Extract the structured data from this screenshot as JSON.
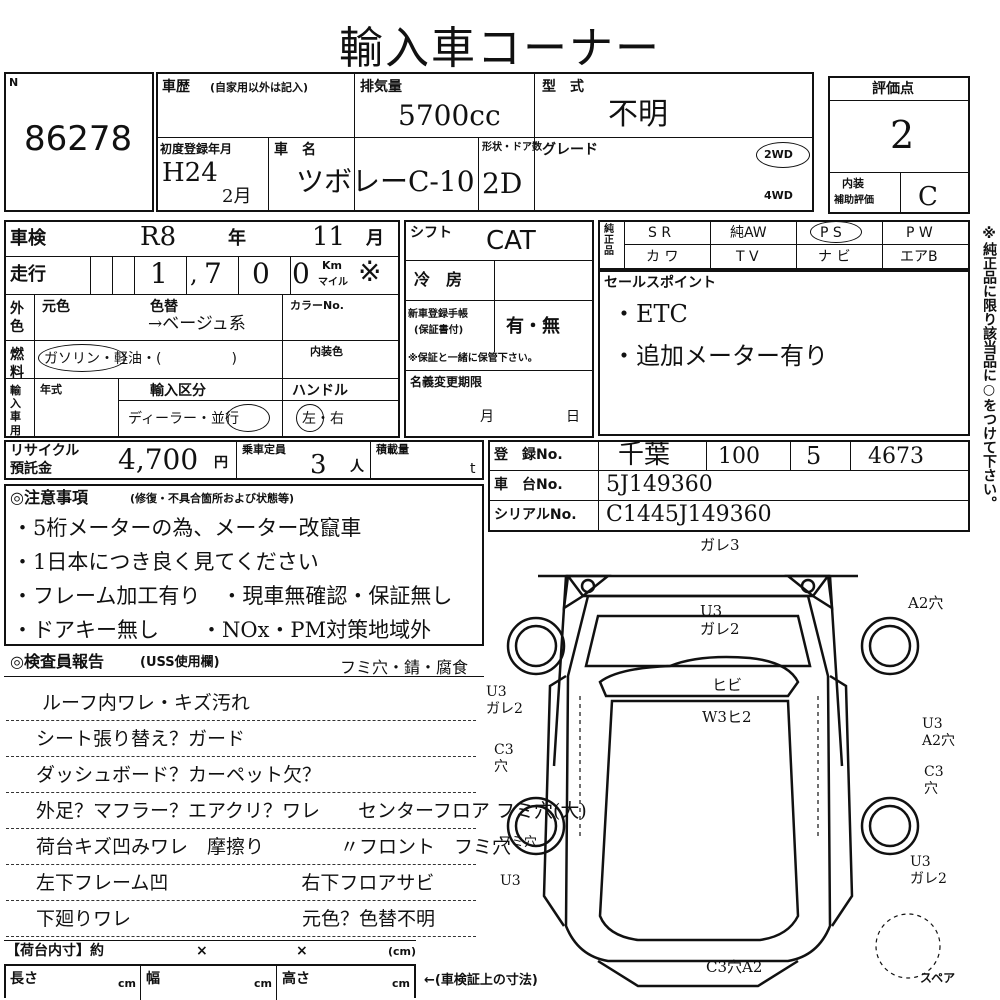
{
  "title": "輸入車コーナー",
  "lot": {
    "corner_mark": "N",
    "number": "86278"
  },
  "history": {
    "label": "車歴",
    "note": "(自家用以外は記入)"
  },
  "displacement": {
    "label": "排気量",
    "value": "5700cc"
  },
  "model_type": {
    "label": "型　式",
    "value": "不明"
  },
  "grade_score": {
    "label": "評価点",
    "value": "2"
  },
  "first_reg": {
    "label": "初度登録年月",
    "era_year": "H24",
    "month": "2月"
  },
  "car_name": {
    "label": "車　名",
    "value": "ツボレーC-10"
  },
  "body_doors": {
    "label": "形状・ドア数",
    "value": "2D"
  },
  "grade": {
    "label": "グレード"
  },
  "drive": {
    "two": "2WD",
    "four": "4WD"
  },
  "interior_score": {
    "label_top": "内装",
    "label_bottom": "補助評価",
    "value": "C"
  },
  "inspection": {
    "label": "車検",
    "era": "R8",
    "year_suffix": "年",
    "month": "11",
    "month_suffix": "月"
  },
  "mileage": {
    "label": "走行",
    "digits": [
      "1",
      ",",
      "7",
      "0",
      "0"
    ],
    "unit_top": "Km",
    "unit_bottom": "マイル",
    "mark": "※"
  },
  "shift": {
    "label": "シフト",
    "value": "CAT"
  },
  "aircon": {
    "label": "冷　房"
  },
  "equipment": {
    "side_label": "純正品",
    "row1": [
      "S R",
      "純AW",
      "P S",
      "P W"
    ],
    "row2": [
      "カ ワ",
      "T V",
      "ナ ビ",
      "エアB"
    ]
  },
  "sales_points": {
    "label": "セールスポイント",
    "items": [
      "・ETC",
      "・追加メーター有り"
    ]
  },
  "color": {
    "side_label": "外色",
    "original": "元色",
    "changed": "色替",
    "changed_value": "→ベージュ系",
    "code_label": "カラーNo."
  },
  "new_reg_manual": {
    "label_top": "新車登録手帳",
    "label_mid": "(保証書付)",
    "value": "有・無",
    "note": "※保証と一緒に保管下さい。"
  },
  "fuel": {
    "side_label": "燃料",
    "options": "ガソリン・軽油・(　　　　　)",
    "interior_color_label": "内装色"
  },
  "import": {
    "side_label": "輸入車用",
    "year_label": "年式",
    "category_label": "輸入区分",
    "category_value": "ディーラー・並行",
    "handle_label": "ハンドル",
    "handle_value": "左・右"
  },
  "name_change": {
    "label": "名義変更期限",
    "month": "月",
    "day": "日"
  },
  "recycle": {
    "label_top": "リサイクル",
    "label_bottom": "預託金",
    "value": "4,700",
    "unit": "円"
  },
  "capacity": {
    "label": "乗車定員",
    "value": "3",
    "unit": "人"
  },
  "load": {
    "label": "積載量",
    "unit": "t"
  },
  "registration": {
    "label": "登　録No.",
    "parts": [
      "千葉",
      "100",
      "5",
      "4673"
    ]
  },
  "chassis": {
    "label": "車　台No.",
    "value": "5J149360"
  },
  "serial": {
    "label": "シリアルNo.",
    "value": "C1445J149360"
  },
  "notes": {
    "header": "◎注意事項",
    "header_note": "(修復・不具合箇所および状態等)",
    "lines": [
      "・5桁メーターの為、メーター改竄車",
      "・1日本につき良く見てください",
      "・フレーム加工有り　・現車無確認・保証無し",
      "・ドアキー無し　　・NOx・PM対策地域外"
    ]
  },
  "inspector": {
    "header": "◎検査員報告",
    "header_note": "(USS使用欄)",
    "top_note": "フミ穴・錆・腐食",
    "lines": [
      "ルーフ内ワレ・キズ汚れ",
      "シート張り替え？ガード",
      "ダッシュボード？カーペット欠？",
      "外足？マフラー？エアクリ？ワレ　　センターフロア フミ穴(大)",
      "荷台キズ凹みワレ　摩擦り　　　　〃フロント　フミ穴",
      "左下フレーム凹　　　　　　　右下フロアサビ",
      "下廻りワレ　　　　　　　　　元色？色替不明"
    ]
  },
  "cargo_inner": {
    "label": "【荷台内寸】約",
    "x1": "×",
    "x2": "×",
    "unit": "(cm)"
  },
  "dims": {
    "length": "長さ",
    "width": "幅",
    "height": "高さ",
    "unit": "cm",
    "arrow_note": "←(車検証上の寸法)"
  },
  "side_note": "※純正品に限り該当品に○をつけて下さい。",
  "diagram_notes": {
    "roof": "ガレ3",
    "hood": "U3\nガレ2",
    "windshield": "ヒビ",
    "cabin": "W3ヒ2",
    "right_front": "A2穴",
    "right_door": "U3\nA2穴",
    "right_rear": "C3\n穴",
    "right_bottom": "U3\nガレ2",
    "left_front": "U3\nガレ2",
    "left_mid": "C3\n穴",
    "left_rear": "フミ穴",
    "left_bottom": "U3",
    "rear": "C3穴A2",
    "spare": "スペア"
  }
}
